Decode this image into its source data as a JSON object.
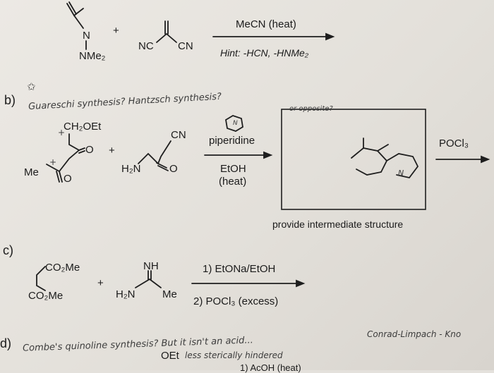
{
  "section_a": {
    "reactant1_n": "N",
    "reactant1_nme2": "NMe₂",
    "plus": "+",
    "nc_left": "NC",
    "cn_right": "CN",
    "conditions": "MeCN (heat)",
    "hint": "Hint: -HCN, -HNMe₂"
  },
  "section_b": {
    "label": "b)",
    "note": "Guareschi synthesis? Hantzsch synthesis?",
    "star": "✩",
    "box_note": "or opposite?",
    "ch2oet": "CH₂OEt",
    "o_ketone": "O",
    "me": "Me",
    "o_lower": "O",
    "plus": "+",
    "cn": "CN",
    "h2n": "H₂N",
    "o_amide": "O",
    "reagent": "piperidine",
    "reagent_n": "N",
    "solvent": "EtOH",
    "heat": "(heat)",
    "box_n": "N",
    "caption": "provide intermediate structure",
    "next_reagent": "POCl₃",
    "plus_marks": [
      "+",
      "+"
    ]
  },
  "section_c": {
    "label": "c)",
    "co2me_top": "CO₂Me",
    "co2me_bottom": "CO₂Me",
    "plus": "+",
    "nh": "NH",
    "h2n": "H₂N",
    "me": "Me",
    "step1": "1) EtONa/EtOH",
    "step2": "2) POCl₃ (excess)"
  },
  "section_d": {
    "label": "d)",
    "note": "Combe's quinoline synthesis? But it isn't an acid...",
    "right_note": "Conrad-Limpach - Kno",
    "oet": "OEt",
    "sub_note": "less sterically hindered",
    "cut_text": "1) AcOH (heat)"
  }
}
